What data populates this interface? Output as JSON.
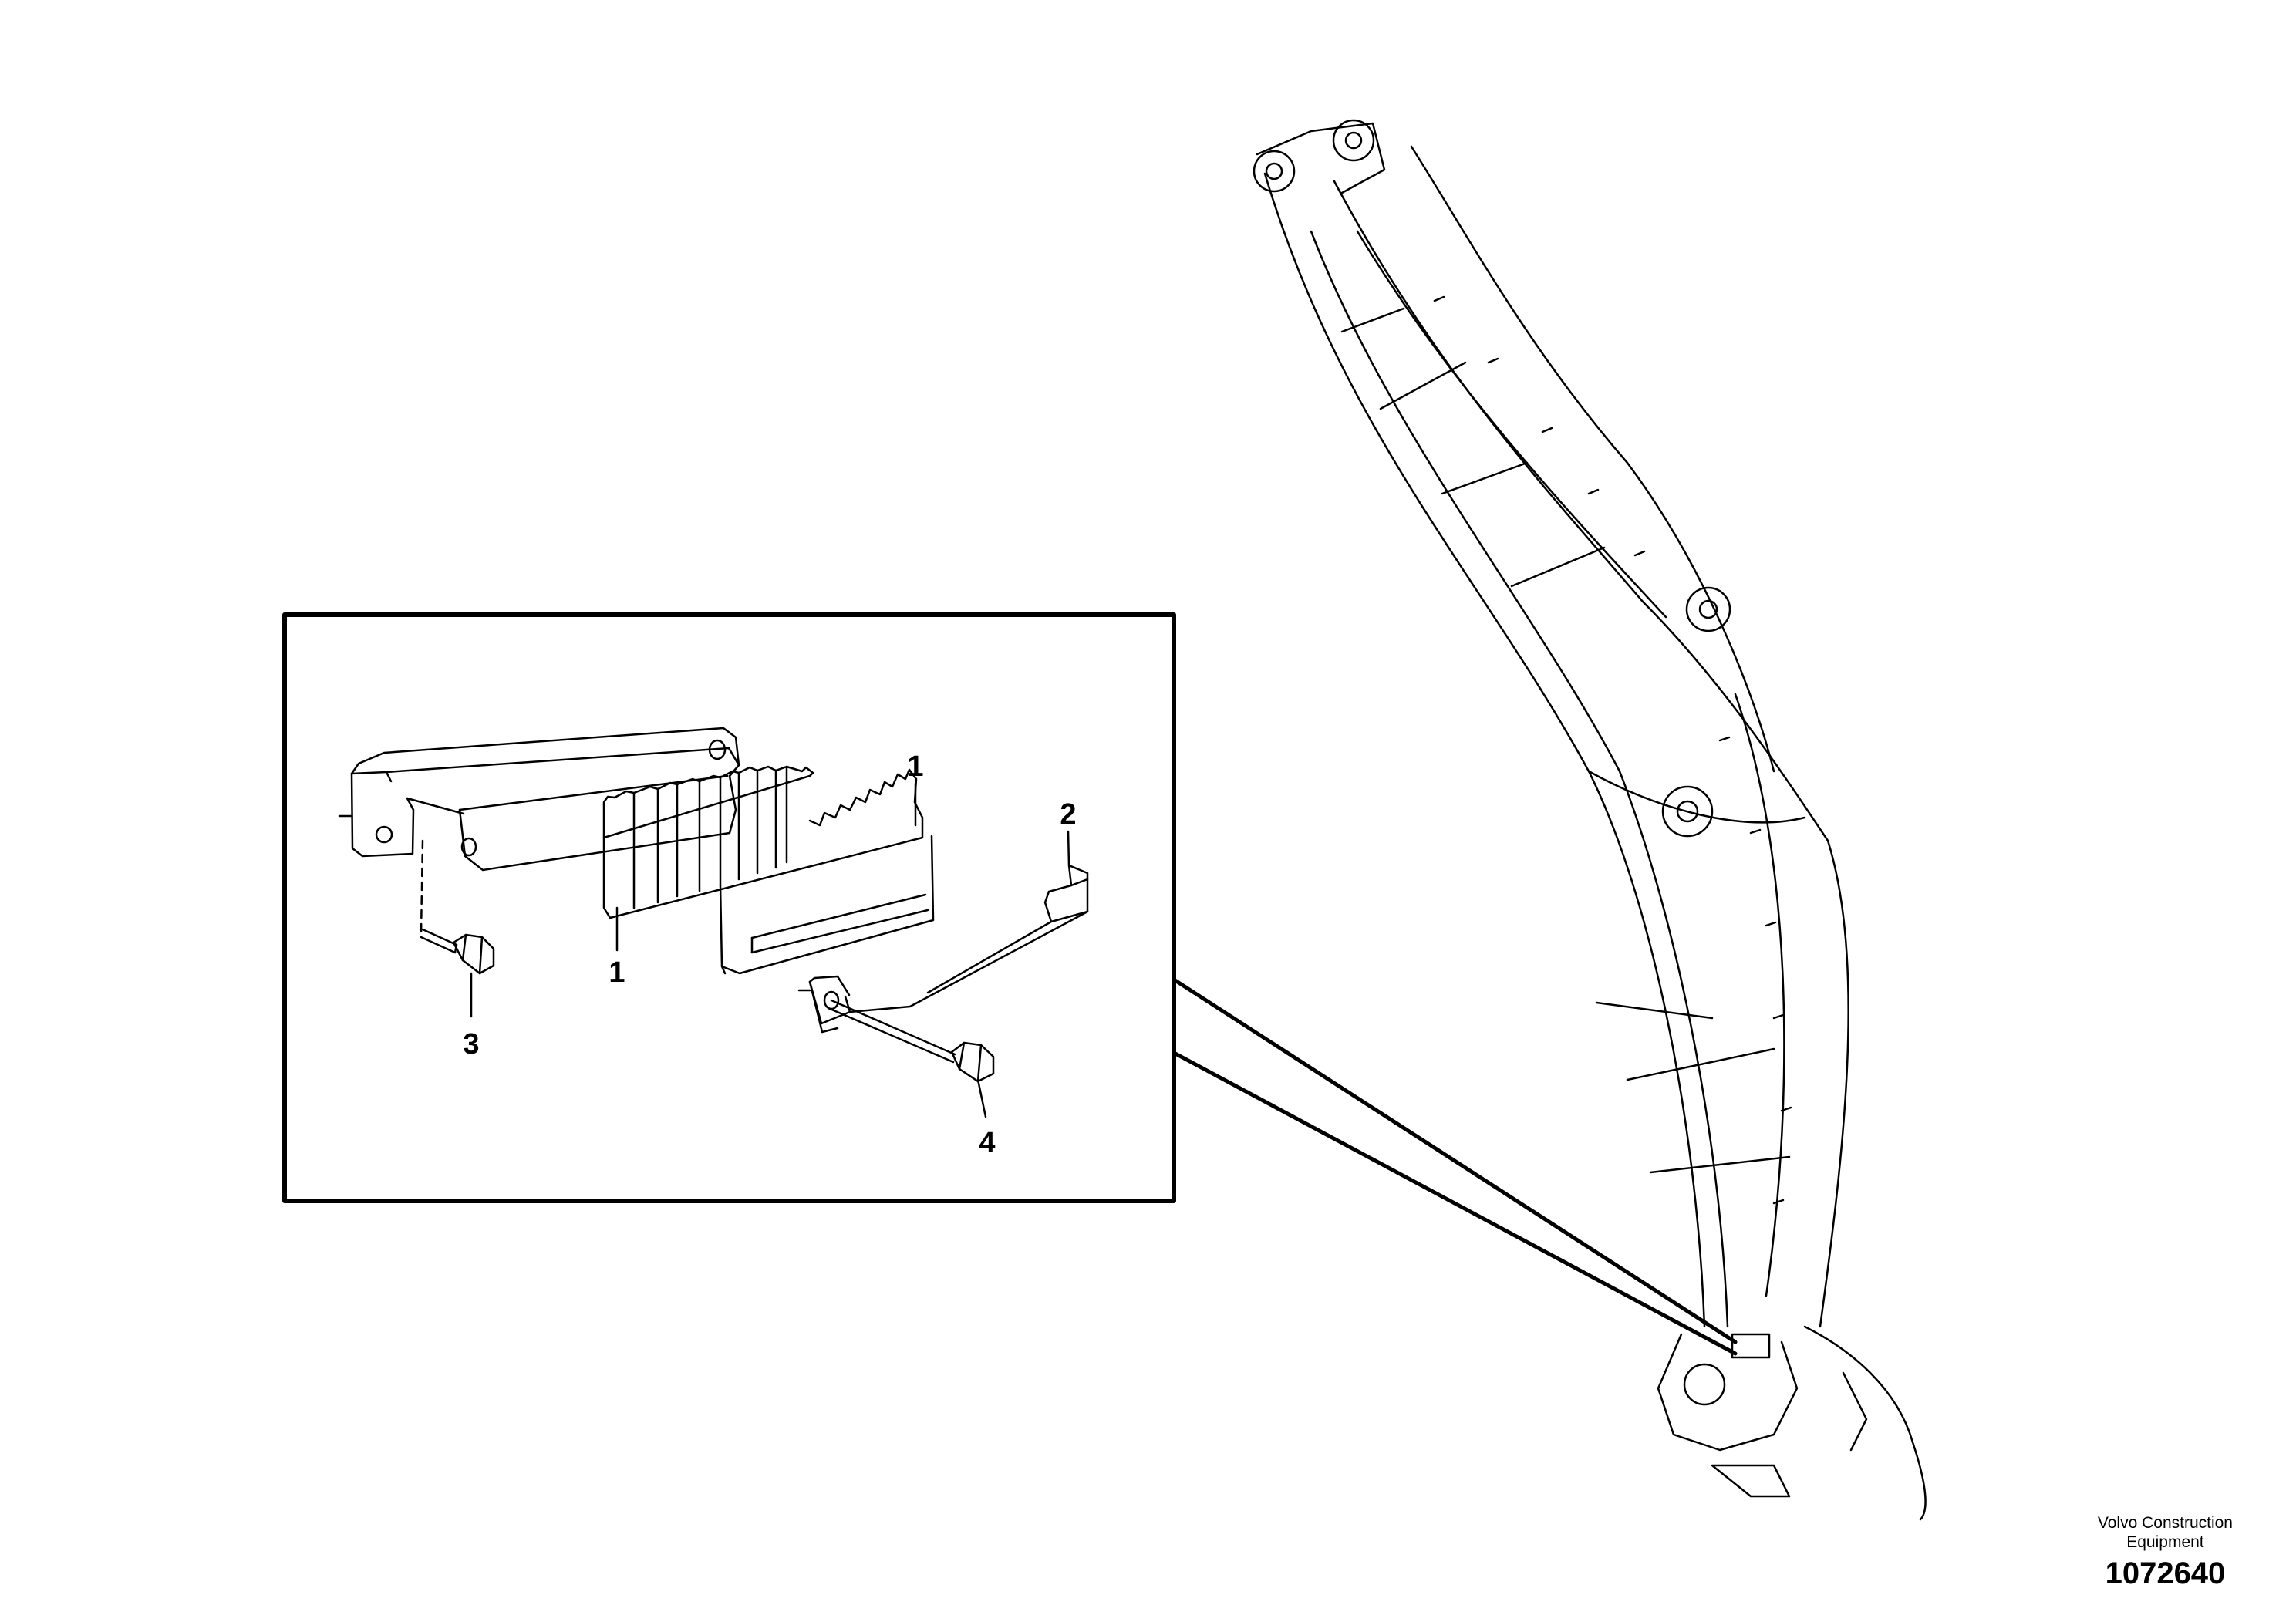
{
  "callouts": {
    "c1_top": "1",
    "c1_bottom": "1",
    "c2": "2",
    "c3": "3",
    "c4": "4"
  },
  "footer": {
    "brand_line1": "Volvo Construction",
    "brand_line2": "Equipment",
    "doc_number": "1072640"
  },
  "colors": {
    "line": "#000000",
    "background": "#ffffff"
  }
}
